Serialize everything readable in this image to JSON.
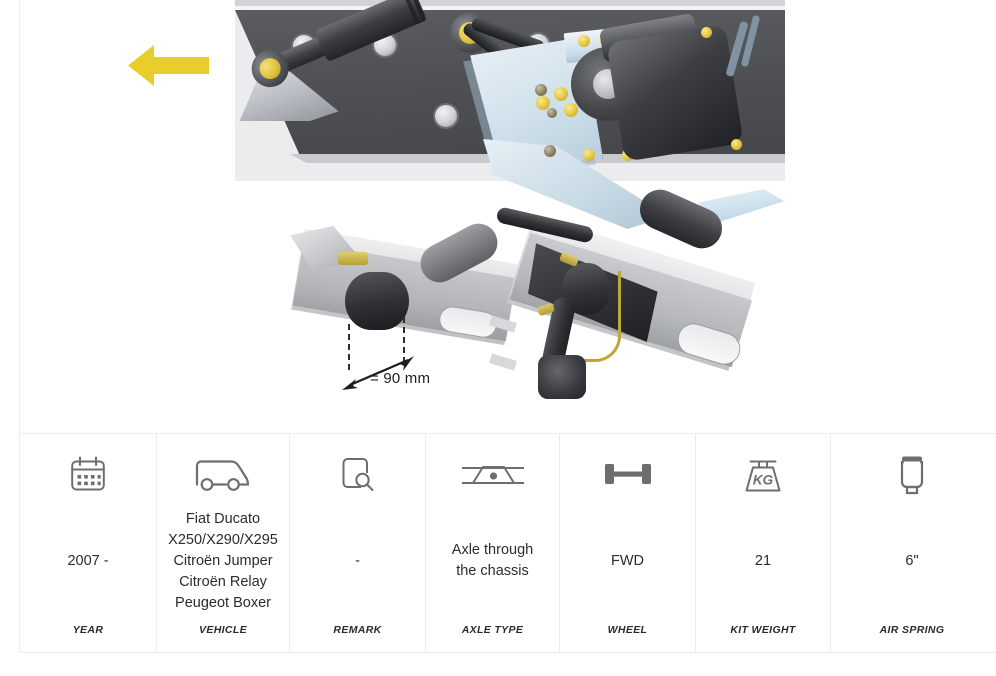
{
  "product_image": {
    "direction_arrow": {
      "name": "forward-direction-arrow",
      "color": "#e8ce2a",
      "points": "left"
    },
    "views": [
      {
        "name": "top-assembly-view",
        "description": "Air suspension kit mounted on chassis rail, top view"
      },
      {
        "name": "detail-view-left",
        "description": "Isometric view of chassis beam with mounting puck"
      },
      {
        "name": "detail-view-right",
        "description": "Isometric view of installed air spring assembly"
      }
    ],
    "dimension_callout": "= 90 mm"
  },
  "spec_table": {
    "columns": [
      {
        "id": "year",
        "icon": "calendar-icon",
        "value": "2007 -",
        "label": "YEAR"
      },
      {
        "id": "vehicle",
        "icon": "van-icon",
        "value": "Fiat Ducato\nX250/X290/X295\nCitroën Jumper\nCitroën Relay\nPeugeot Boxer",
        "label": "VEHICLE"
      },
      {
        "id": "remark",
        "icon": "document-search-icon",
        "value": "-",
        "label": "REMARK"
      },
      {
        "id": "axle_type",
        "icon": "chassis-axle-icon",
        "value": "Axle through\nthe chassis",
        "label": "AXLE TYPE"
      },
      {
        "id": "wheel",
        "icon": "axle-icon",
        "value": "FWD",
        "label": "WHEEL"
      },
      {
        "id": "kit_weight",
        "icon": "weight-kg-icon",
        "value": "21",
        "label": "KIT WEIGHT"
      },
      {
        "id": "air_spring",
        "icon": "air-spring-icon",
        "value": "6\"",
        "label": "AIR SPRING"
      }
    ],
    "weight_icon_text": "KG"
  },
  "colors": {
    "accent_yellow": "#e8ce2a",
    "icon_stroke": "#6e6e6e",
    "text": "#2c2c2c",
    "border": "#ececed",
    "card_bg": "#ffffff"
  }
}
